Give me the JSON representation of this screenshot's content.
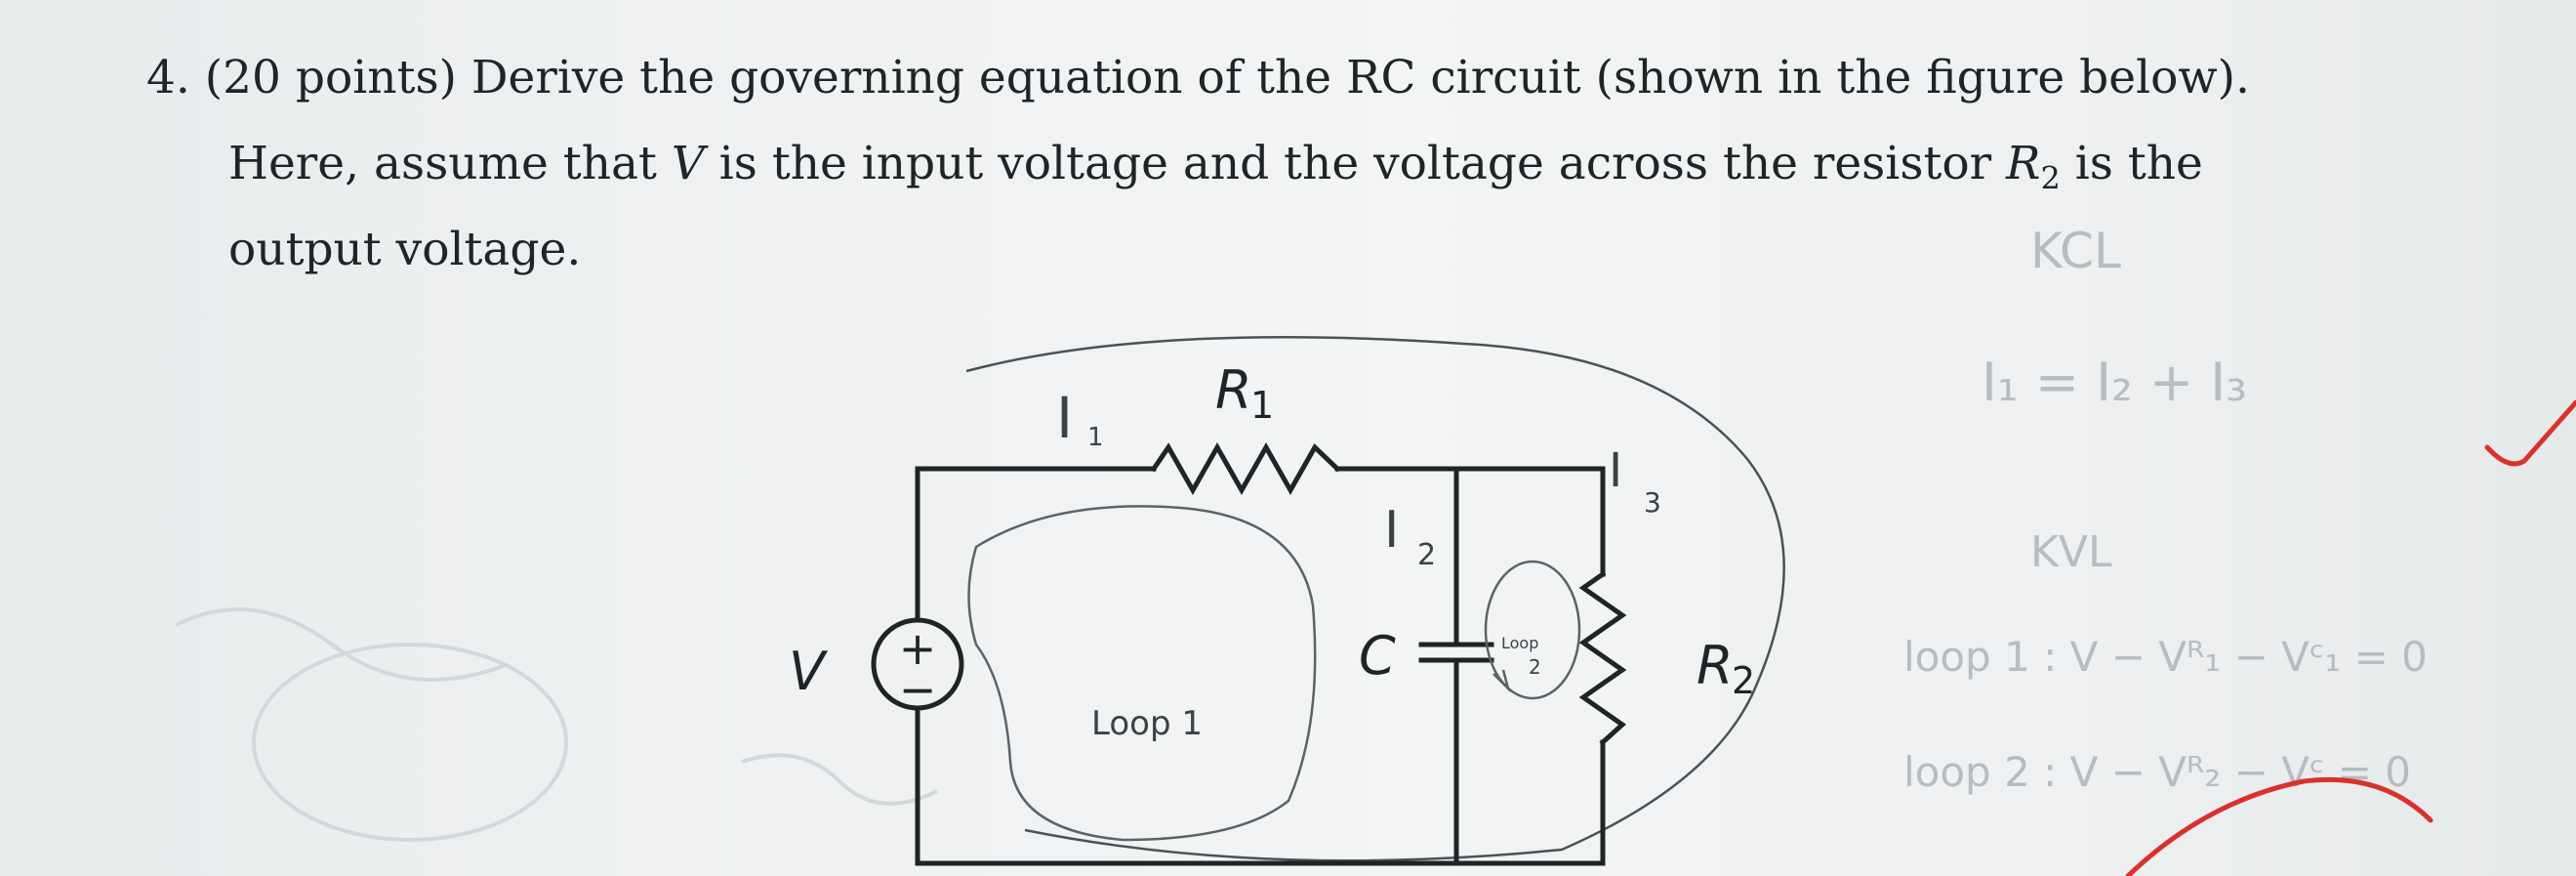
{
  "problem": {
    "number": "4.",
    "points": "(20 points)",
    "line1": "Derive the governing equation of the RC circuit (shown in the figure below).",
    "line2_a": "Here, assume that ",
    "line2_var": "V",
    "line2_b": " is the input voltage and the voltage across the resistor ",
    "line2_res": "R",
    "line2_sub": "2",
    "line2_c": " is the",
    "line3": "output voltage."
  },
  "circuit": {
    "source_label": "V",
    "source_plus": "+",
    "source_minus": "−",
    "r1_label": "R",
    "r1_sub": "1",
    "r2_label": "R",
    "r2_sub": "2",
    "c_label": "C"
  },
  "annotations": {
    "i1": "I",
    "i1_sub": "1",
    "i2": "I",
    "i2_sub": "2",
    "i3": "I",
    "i3_sub": "3",
    "loop1": "Loop 1",
    "loop2": "Loop",
    "loop2_num": "2",
    "kcl_title": "KCL",
    "kcl_eq": "I₁ = I₂ + I₃",
    "kvl_title": "KVL",
    "kvl_loop1": "loop 1 : V − Vᴿ₁ − Vᶜ₁ = 0",
    "kvl_loop2": "loop 2 : V − Vᴿ₂ − Vᶜ = 0"
  },
  "colors": {
    "ink": "#1f2426",
    "pencil": "#3a4247",
    "faded": "#b6bcc0",
    "grader_red": "#d8322b"
  }
}
